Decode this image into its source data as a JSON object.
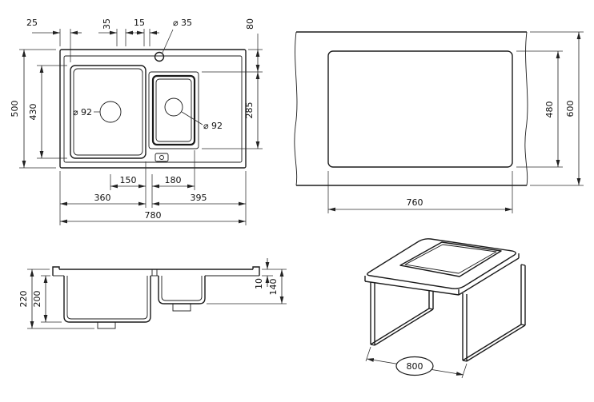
{
  "top_view": {
    "rim_offset": "25",
    "tap_offset": "35",
    "tap_gap": "15",
    "tap_hole_dia": "⌀ 35",
    "edge_to_bowl": "80",
    "total_depth": "500",
    "bowl_depth": "430",
    "drain_dia_left": "⌀ 92",
    "drain_dia_right": "⌀ 92",
    "right_bowl_depth": "285",
    "drain_offset": "150",
    "right_bowl_width": "180",
    "left_section": "360",
    "right_section": "395",
    "total_width": "780"
  },
  "cutout_view": {
    "cutout_width": "760",
    "cutout_depth": "480",
    "counter_depth": "600"
  },
  "front_view": {
    "total_height": "220",
    "left_bowl_depth": "200",
    "rim_height": "10",
    "right_bowl_depth": "140"
  },
  "cabinet_view": {
    "cabinet_width": "800"
  }
}
